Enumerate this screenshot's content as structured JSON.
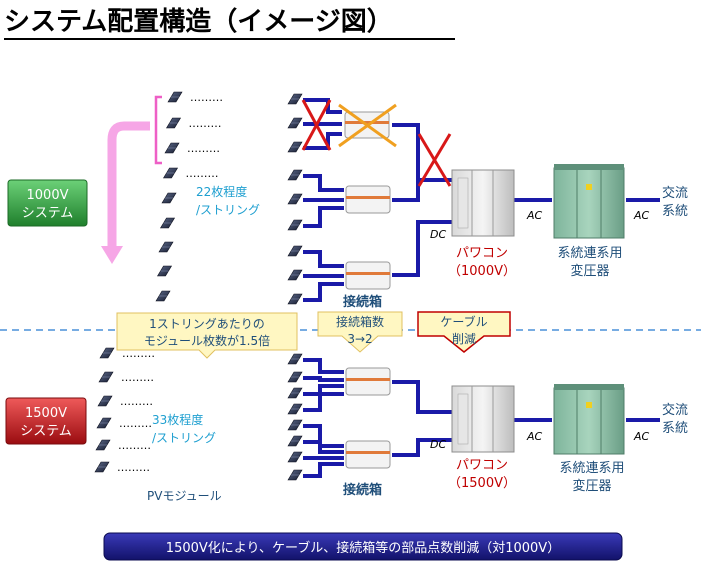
{
  "title": "システム配置構造（イメージ図）",
  "system_1000": {
    "badge_line1": "1000V",
    "badge_line2": "システム",
    "strings_note_line1": "22枚程度",
    "strings_note_line2": "/ストリング",
    "junction_box_label": "接続箱",
    "pcs_label": "パワコン",
    "pcs_voltage": "（1000V）",
    "dc_label": "DC",
    "ac_label_1": "AC",
    "ac_label_2": "AC",
    "transformer_line1": "系統連系用",
    "transformer_line2": "変圧器",
    "grid_line1": "交流",
    "grid_line2": "系統"
  },
  "system_1500": {
    "badge_line1": "1500V",
    "badge_line2": "システム",
    "strings_note_line1": "33枚程度",
    "strings_note_line2": "/ストリング",
    "module_label": "PVモジュール",
    "junction_box_label": "接続箱",
    "pcs_label": "パワコン",
    "pcs_voltage": "（1500V）",
    "dc_label": "DC",
    "ac_label_1": "AC",
    "ac_label_2": "AC",
    "transformer_line1": "系統連系用",
    "transformer_line2": "変圧器",
    "grid_line1": "交流",
    "grid_line2": "系統"
  },
  "callouts": {
    "modules_per_string_line1": "1ストリングあたりの",
    "modules_per_string_line2": "モジュール枚数が1.5倍",
    "junction_count_line1": "接続箱数",
    "junction_count_line2": "3→2",
    "cable_line1": "ケーブル",
    "cable_line2": "削減"
  },
  "summary": "1500V化により、ケーブル、接続箱等の部品点数削減（対1000V）",
  "dots": "………",
  "colors": {
    "wire": "#1a1aa8",
    "badge_green": "#2e9e3c",
    "badge_red": "#c0161c",
    "accent_red": "#c00000",
    "cyan_text": "#1e9fd0",
    "teal_text": "#1f4e79",
    "callout_fill": "#fff7c2",
    "pink": "#f6a6e6",
    "cross_red": "#d81818",
    "cross_orange": "#f0a020",
    "summary_fill": "#1d1d8f"
  }
}
